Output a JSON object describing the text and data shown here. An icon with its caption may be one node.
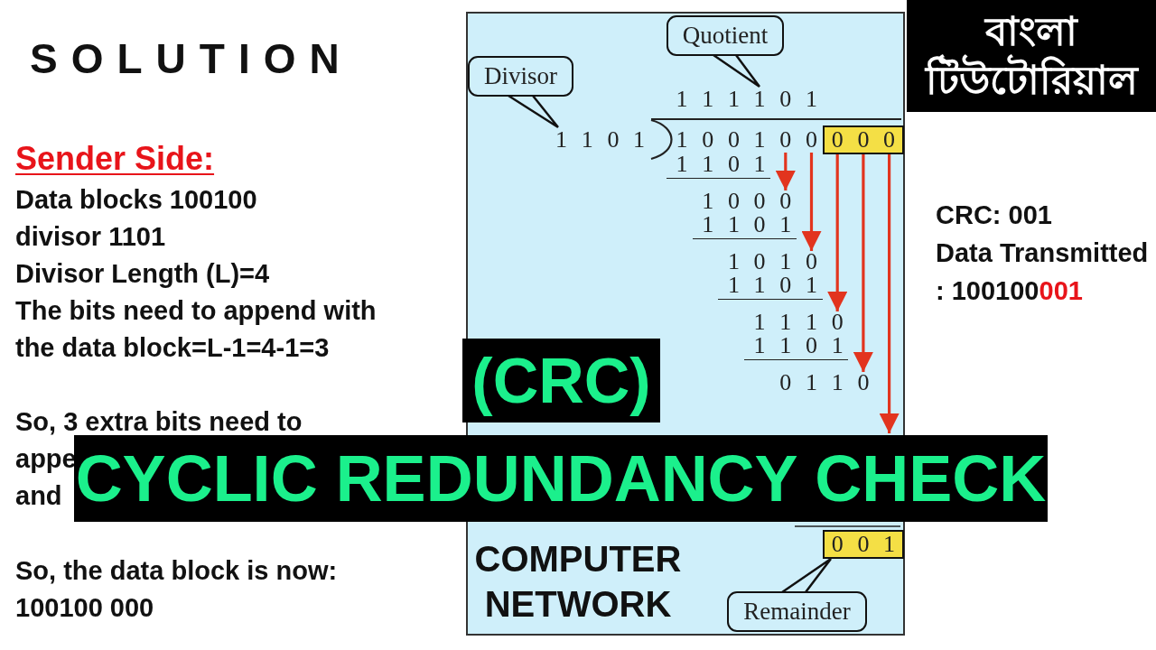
{
  "diagram": {
    "title": "CYCLIC REDUNDANCY CHECK",
    "nodes": [
      {
        "text": [
          "Quotient"
        ]
      },
      {
        "text": [
          "Divisor"
        ]
      },
      {
        "text": [
          "1 1 1 1 0 1"
        ]
      },
      {
        "text": [
          "1 1 0 1"
        ]
      },
      {
        "text": [
          "1 0 0 1 0 0"
        ]
      },
      {
        "text": [
          "0 0 0"
        ]
      },
      {
        "text": [
          "1 0 0 0"
        ],
        "beside": [
          "1 1 0 1"
        ]
      },
      {
        "text": [
          "1 0 1 0"
        ],
        "beside": [
          "1 1 0 1"
        ]
      },
      {
        "text": [
          "1 1 1 0"
        ],
        "beside": [
          "1 1 0 1"
        ]
      },
      {
        "text": [
          "0 1 1 0"
        ],
        "beside": [
          "1 1 0 1"
        ]
      },
      {
        "text": [
          "0 0 1"
        ]
      },
      {
        "text": [
          "Remainder"
        ]
      }
    ],
    "edges": [
      {
        "from": 0,
        "to": 2,
        "arrow": "none",
        "color": "#111111"
      },
      {
        "from": 1,
        "to": 3,
        "arrow": "none",
        "color": "#111111"
      },
      {
        "from": 4,
        "to": 6,
        "arrow": "to"
      },
      {
        "from": 4,
        "to": 7,
        "arrow": "to"
      },
      {
        "from": 5,
        "to": 8,
        "arrow": "to"
      },
      {
        "from": 5,
        "to": 9,
        "arrow": "to"
      },
      {
        "from": 5,
        "to": null,
        "arrow": "to"
      },
      {
        "from": 11,
        "to": 10,
        "arrow": "none",
        "color": "#111111"
      }
    ],
    "labels": [
      "SOLUTION",
      "Sender Side:",
      "Data blocks 100100",
      "divisor 1101",
      "Divisor Length (L)=4",
      "The bits need to append with the data block=L-1=4-1=3",
      "So, 3 extra bits need to",
      "appe",
      "and",
      "So, the data block is now: 100100 000",
      "(CRC)",
      "COMPUTER NETWORK",
      "বাংলা টিউটোরিয়াল",
      "CRC: 001",
      "Data Transmitted",
      ": 100100",
      "001"
    ]
  }
}
